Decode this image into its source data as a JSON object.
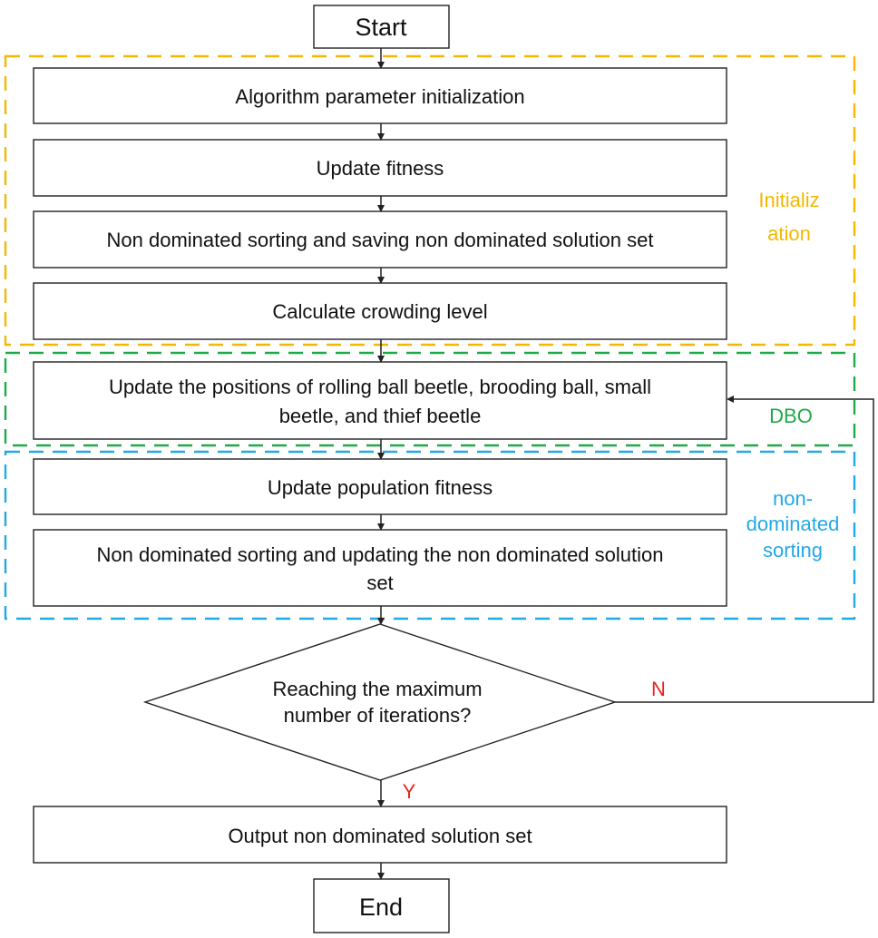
{
  "flowchart": {
    "start": "Start",
    "end": "End",
    "steps": {
      "param_init": "Algorithm parameter initialization",
      "update_fitness": "Update fitness",
      "nd_sort_save": "Non dominated sorting and saving non dominated solution set",
      "crowding": "Calculate crowding level",
      "update_positions": [
        "Update the positions of rolling ball beetle, brooding ball, small",
        "beetle, and thief beetle"
      ],
      "update_pop_fitness": "Update population fitness",
      "nd_sort_update": [
        "Non dominated sorting and updating the non dominated solution",
        "set"
      ],
      "output": "Output non dominated solution set"
    },
    "decision": {
      "question": [
        "Reaching the maximum",
        "number of iterations?"
      ],
      "no_label": "N",
      "yes_label": "Y"
    },
    "groups": {
      "initialization": [
        "Initializ",
        "ation"
      ],
      "dbo": "DBO",
      "non_dominated": [
        "non-",
        "dominated",
        "sorting"
      ]
    }
  },
  "colors": {
    "initialization_border": "#f4b800",
    "initialization_text": "#f4b800",
    "dbo_border": "#1faa4a",
    "dbo_text": "#1faa4a",
    "non_dominated_border": "#22a9e6",
    "non_dominated_text": "#22a9e6",
    "branch_label": "#e8231f",
    "line": "#222222"
  }
}
